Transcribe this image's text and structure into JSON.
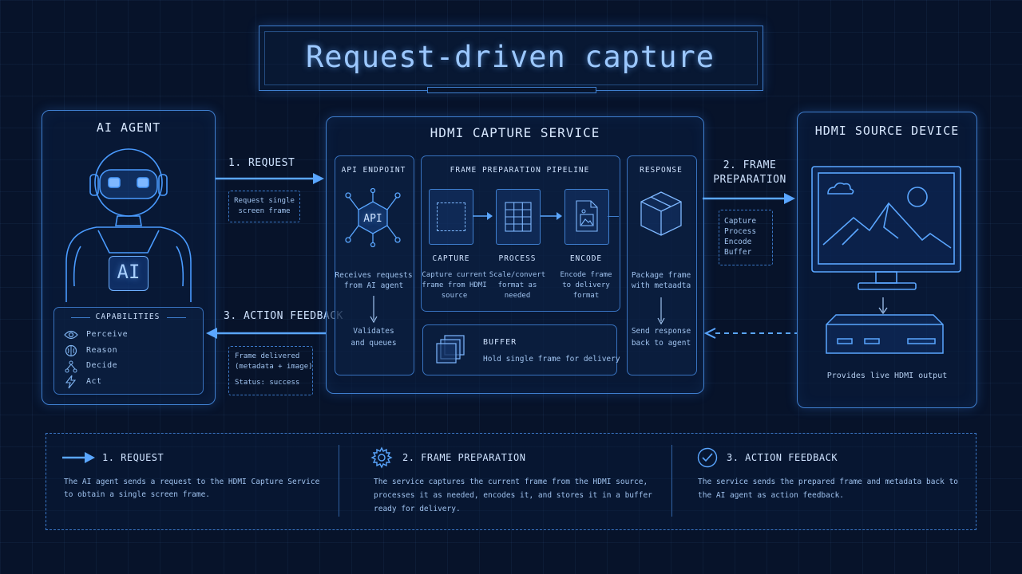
{
  "title": "Request-driven capture",
  "agent": {
    "title": "AI AGENT",
    "chip": "AI",
    "capabilities_title": "CAPABILITIES",
    "capabilities": [
      {
        "icon": "eye-icon",
        "label": "Perceive"
      },
      {
        "icon": "brain-icon",
        "label": "Reason"
      },
      {
        "icon": "decision-tree-icon",
        "label": "Decide"
      },
      {
        "icon": "lightning-icon",
        "label": "Act"
      }
    ]
  },
  "service": {
    "title": "HDMI CAPTURE SERVICE",
    "api": {
      "title": "API ENDPOINT",
      "icon_label": "API",
      "desc": [
        "Receives requests",
        "from AI agent"
      ],
      "validates": [
        "Validates",
        "and queues"
      ]
    },
    "pipeline": {
      "title": "FRAME PREPARATION PIPELINE",
      "steps": [
        {
          "name": "CAPTURE",
          "desc": [
            "Capture current",
            "frame from HDMI",
            "source"
          ]
        },
        {
          "name": "PROCESS",
          "desc": [
            "Scale/convert",
            "format as",
            "needed"
          ]
        },
        {
          "name": "ENCODE",
          "desc": [
            "Encode frame",
            "to delivery",
            "format"
          ]
        }
      ]
    },
    "buffer": {
      "title": "BUFFER",
      "desc": "Hold single frame for delivery"
    },
    "response": {
      "title": "RESPONSE",
      "desc": [
        "Package frame",
        "with metaadta"
      ],
      "send": [
        "Send response",
        "back to agent"
      ]
    }
  },
  "source": {
    "title": "HDMI SOURCE DEVICE",
    "desc": "Provides live HDMI output"
  },
  "flows": {
    "request": {
      "label": "1. REQUEST",
      "note": [
        "Request single",
        "screen frame"
      ]
    },
    "preparation": {
      "label": [
        "2. FRAME",
        "PREPARATION"
      ],
      "note": [
        "Capture",
        "Process",
        "Encode",
        "Buffer"
      ]
    },
    "feedback": {
      "label": "3. ACTION FEEDBACK",
      "note": [
        "Frame delivered",
        "(metadata + image)",
        "Status: success"
      ]
    }
  },
  "legend": [
    {
      "icon": "arrow-right-icon",
      "title": "1. REQUEST",
      "desc": [
        "The AI agent sends a request to the HDMI Capture Service",
        "to obtain a single screen frame."
      ]
    },
    {
      "icon": "gear-icon",
      "title": "2. FRAME PREPARATION",
      "desc": [
        "The service captures the current frame from the HDMI source,",
        "processes it as needed, encodes it, and stores it in a buffer",
        "ready for delivery."
      ]
    },
    {
      "icon": "check-circle-icon",
      "title": "3. ACTION FEEDBACK",
      "desc": [
        "The service sends the prepared frame and metadata back to",
        "the AI agent as action feedback."
      ]
    }
  ],
  "colors": {
    "background": "#07132a",
    "accent": "#4a9bff",
    "line": "#3f7fcf"
  }
}
